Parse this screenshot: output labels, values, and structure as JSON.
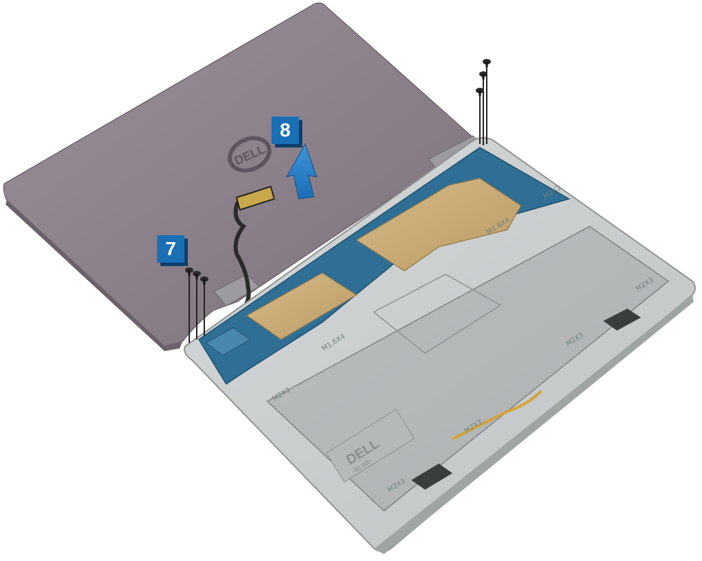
{
  "steps": [
    {
      "number": "7",
      "action": "remove-screws"
    },
    {
      "number": "8",
      "action": "lift-display"
    }
  ],
  "display": {
    "logo_text": "DELL",
    "color": "#8b7f8a"
  },
  "base": {
    "silkscreen_labels": [
      "M2X3",
      "M1.6X4",
      "M2X3",
      "M1.6X4",
      "M2X3",
      "M2X3",
      "M2X3",
      "M2X3"
    ],
    "battery_label": "DELL",
    "battery_capacity": "46 Wh"
  },
  "colors": {
    "badge": "#1b6fb5",
    "arrow": "#1b6fb5",
    "board": "#2f6f95",
    "shield": "#c7a976",
    "chassis": "#c9cccd"
  },
  "icons": [
    "screw-icon",
    "arrow-up-icon",
    "dell-logo-icon"
  ]
}
